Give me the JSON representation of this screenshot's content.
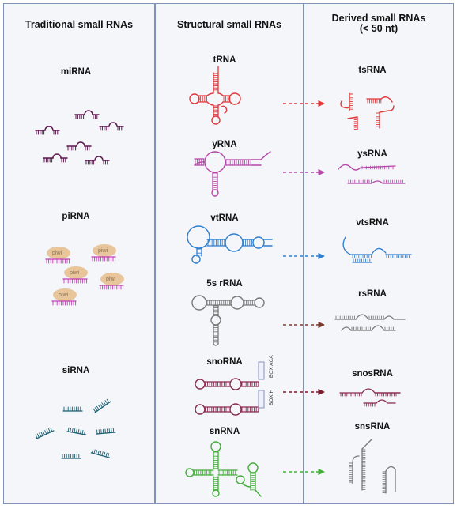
{
  "headers": {
    "traditional": "Traditional small RNAs",
    "structural": "Structural  small RNAs",
    "derived_line1": "Derived  small RNAs",
    "derived_line2": "(< 50 nt)"
  },
  "traditional": {
    "mirna": "miRNA",
    "pirna": "piRNA",
    "sirna": "siRNA",
    "piwi": "piwi"
  },
  "structural": {
    "trna": "tRNA",
    "yrna": "yRNA",
    "vtrna": "vtRNA",
    "rrna": "5s rRNA",
    "snorna": "snoRNA",
    "snrna": "snRNA",
    "box_aca": "BOX ACA",
    "box_h": "BOX H"
  },
  "derived": {
    "tsrna": "tsRNA",
    "ysrna": "ysRNA",
    "vtsrna": "vtsRNA",
    "rsrna": "rsRNA",
    "snosrna": "snosRNA",
    "snsrna": "snsRNA"
  },
  "colors": {
    "mirna": "#5c1a4e",
    "pirna": "#c13fb5",
    "piwi": "#e8c59b",
    "sirna": "#1d5f73",
    "trna": "#e0393b",
    "yrna": "#b446a6",
    "vtrna": "#2f7ed0",
    "rrna": "#7a7a7a",
    "snorna": "#8a2a50",
    "snrna": "#44ad3a",
    "panel_border": "#7f93b4"
  }
}
